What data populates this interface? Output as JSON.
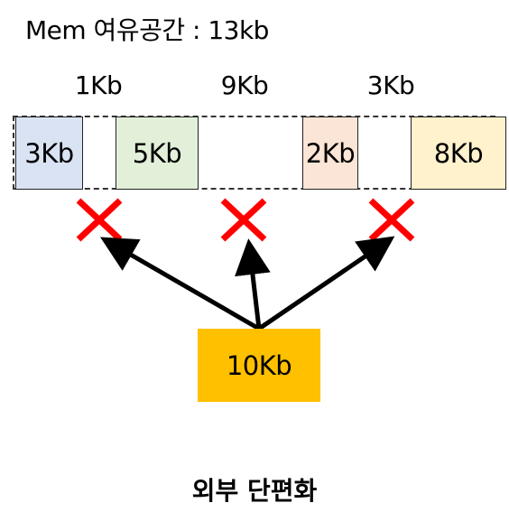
{
  "title": "Mem 여유공간 : 13kb",
  "gaps": [
    "1Kb",
    "9Kb",
    "3Kb"
  ],
  "blocks": [
    {
      "label": "3Kb",
      "color": "#dae3f3"
    },
    {
      "label": "5Kb",
      "color": "#e2f0d9"
    },
    {
      "label": "2Kb",
      "color": "#fbe5d6"
    },
    {
      "label": "8Kb",
      "color": "#fff2cc"
    }
  ],
  "request": {
    "label": "10Kb",
    "color": "#ffc000"
  },
  "caption": "외부 단편화",
  "colors": {
    "cross": "#ff0000",
    "arrow": "#000000"
  }
}
